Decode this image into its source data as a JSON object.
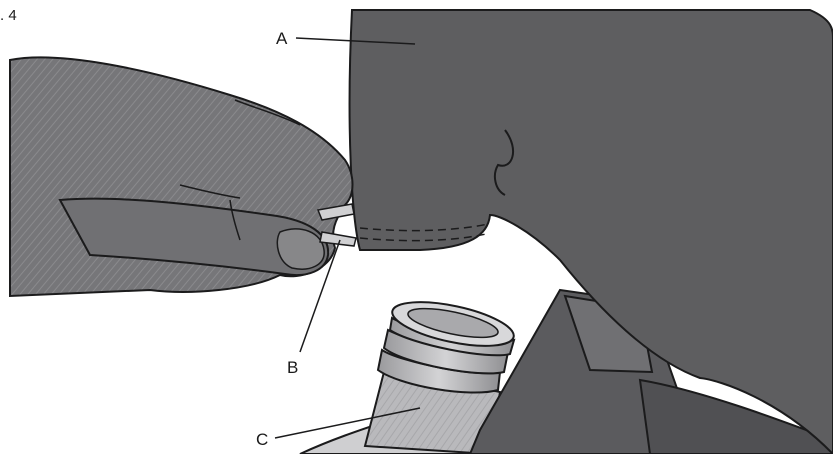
{
  "figure": {
    "number_fragment": ". 4"
  },
  "callouts": {
    "a": {
      "label": "A"
    },
    "b": {
      "label": "B"
    },
    "c": {
      "label": "C"
    }
  },
  "colors": {
    "bag": "#5e5e60",
    "bag_edge": "#2a2a2b",
    "hand": "#6d6d70",
    "hand_dark": "#4a4a4d",
    "hose": "#4b4b4d",
    "bottle": "#c9c9cb",
    "bottle_dark": "#8e8e91",
    "outline": "#1b1b1c"
  }
}
